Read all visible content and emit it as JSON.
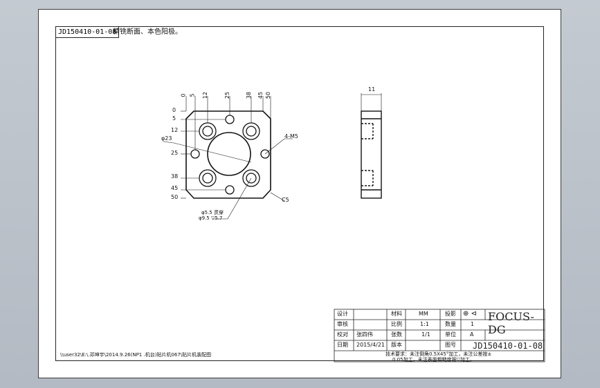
{
  "drawing": {
    "part_label": "JD150410-01-08",
    "description": "精铣断面、本色阳极。",
    "file_path": "\\\\user32\\E:\\.邓坤宇\\2014.9.26(NP1 .机台)贴片机067\\贴片机装配图"
  },
  "front_view": {
    "top_dims": [
      "0",
      "5",
      "12",
      "25",
      "38",
      "45",
      "50"
    ],
    "left_dims": [
      "0",
      "5",
      "12",
      "25",
      "38",
      "45",
      "50"
    ],
    "callout_bore": "φ23",
    "callout_tap": "4-M5",
    "callout_cbore": "φ5.5 贯穿",
    "callout_cbore2": "φ9.5 ▽5.7",
    "corner_note": "C5"
  },
  "side_view": {
    "width_dim": "11"
  },
  "title_block": {
    "labels": {
      "design": "设计",
      "draw": "审核",
      "check": "校对",
      "date": "日期",
      "material": "材料",
      "scale": "比例",
      "qty": "数量",
      "drawing_no": "图号",
      "projection": "投影",
      "units": "单位",
      "sheets": "张数",
      "version": "版本"
    },
    "values": {
      "designer": "张四伟",
      "date": "2015/4/21",
      "units_val": "MM",
      "scale_val": "1:1",
      "qty_val": "1",
      "sheets_val": "1/1",
      "version_val": "A"
    },
    "brand": "FOCUS-DG",
    "drawing_number": "JD150410-01-08",
    "tech_req_1": "技术要求：未注倒角0.5X45°加工，未注公差按±",
    "tech_req_2": "0.05加工，未注表面粗糙度按▽加工。"
  }
}
